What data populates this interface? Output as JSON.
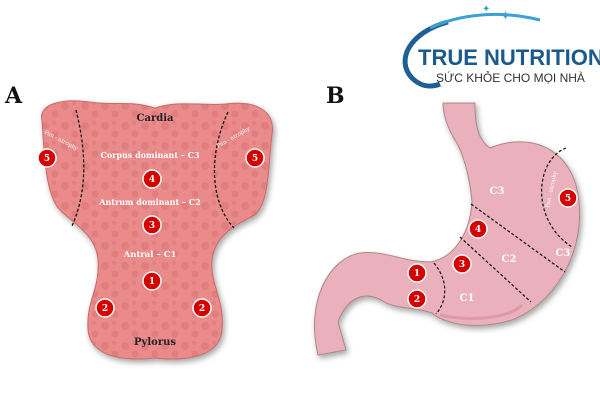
{
  "logo": {
    "brand": "TRUE NUTRITION",
    "tagline": "SỨC KHỎE CHO MỌI NHÀ",
    "colors": {
      "brand": "#1a5a8c",
      "arc": "#1e7fc1",
      "tagline": "#333333"
    }
  },
  "panel_a": {
    "letter": "A",
    "labels": {
      "top": "Cardia",
      "bottom": "Pylorus",
      "c3": "Corpus dominant – C3",
      "c2": "Antrum dominant – C2",
      "c1": "Antral – C1",
      "pan_left": "Pan - atrophy",
      "pan_right": "Pan - atrophy"
    },
    "markers": [
      "5",
      "5",
      "4",
      "3",
      "1",
      "2",
      "2"
    ]
  },
  "panel_b": {
    "letter": "B",
    "labels": {
      "c3_top": "C3",
      "c2": "C2",
      "c3_right": "C3",
      "c1": "C1",
      "pan": "Pan - atrophy"
    },
    "markers": [
      "1",
      "2",
      "3",
      "4",
      "5"
    ]
  },
  "colors": {
    "tissue_a": "#e88585",
    "tissue_b": "#eab0bb",
    "marker": "#d40000"
  }
}
